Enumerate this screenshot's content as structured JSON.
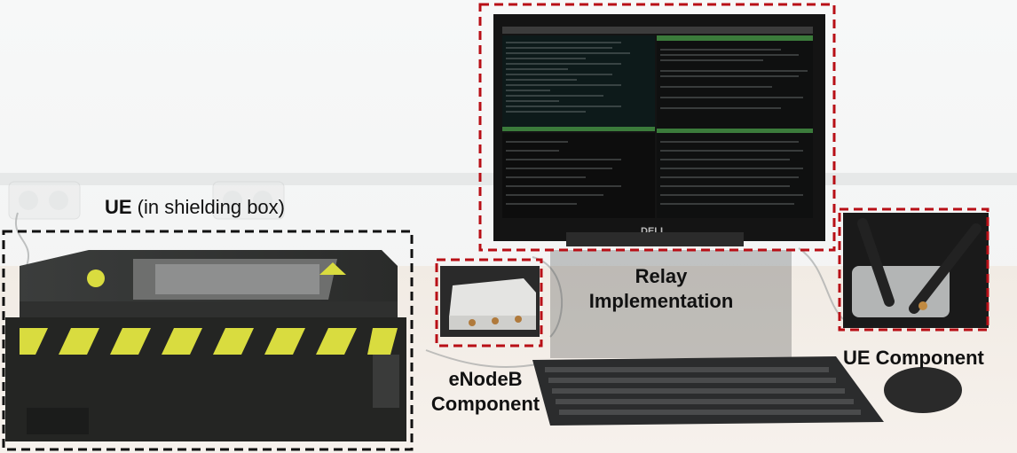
{
  "labels": {
    "ue_bold": "UE",
    "ue_rest": " (in shielding box)",
    "relay_line1": "Relay",
    "relay_line2": "Implementation",
    "enodeb_line1": "eNodeB",
    "enodeb_line2": "Component",
    "ue_component": "UE Component"
  },
  "monitor_brand": "DELL",
  "colors": {
    "red_box": "#b80f16",
    "black_box": "#111111"
  }
}
